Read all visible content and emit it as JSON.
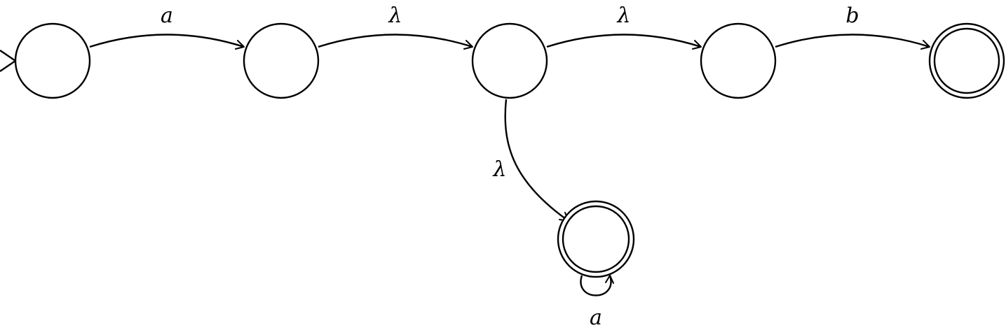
{
  "automaton": {
    "states": [
      {
        "id": "q0",
        "start": true,
        "accepting": false
      },
      {
        "id": "q1",
        "start": false,
        "accepting": false
      },
      {
        "id": "q2",
        "start": false,
        "accepting": false
      },
      {
        "id": "q3",
        "start": false,
        "accepting": false
      },
      {
        "id": "q4",
        "start": false,
        "accepting": true
      },
      {
        "id": "q5",
        "start": false,
        "accepting": true
      }
    ],
    "transitions": [
      {
        "id": "t01",
        "from": "q0",
        "to": "q1",
        "label": "a"
      },
      {
        "id": "t12",
        "from": "q1",
        "to": "q2",
        "label": "λ"
      },
      {
        "id": "t23",
        "from": "q2",
        "to": "q3",
        "label": "λ"
      },
      {
        "id": "t34",
        "from": "q3",
        "to": "q4",
        "label": "b"
      },
      {
        "id": "t25",
        "from": "q2",
        "to": "q5",
        "label": "λ"
      },
      {
        "id": "t55",
        "from": "q5",
        "to": "q5",
        "label": "a"
      }
    ]
  }
}
